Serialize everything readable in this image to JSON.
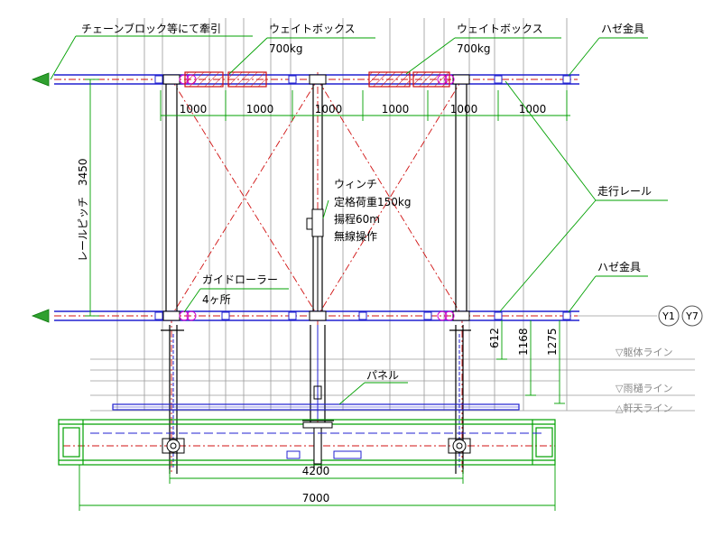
{
  "drawing": {
    "labels": {
      "chain_block": "チェーンブロック等にて牽引",
      "weight_box_1": "ウェイトボックス",
      "weight_box_1_mass": "700kg",
      "weight_box_2": "ウェイトボックス",
      "weight_box_2_mass": "700kg",
      "hazekanagu_top": "ハゼ金具",
      "rail_pitch": "レールピッチ　3450",
      "travel_rail": "走行レール",
      "hazekanagu_bottom": "ハゼ金具",
      "winch_title": "ウィンチ",
      "winch_load": "定格荷重150kg",
      "winch_lift": "揚程60m",
      "winch_control": "無線操作",
      "guide_roller": "ガイドローラー",
      "guide_roller_count": "4ヶ所",
      "panel": "パネル"
    },
    "top_spacings": [
      "1000",
      "1000",
      "1000",
      "1000",
      "1000",
      "1000"
    ],
    "vertical_dims": [
      "612",
      "1168",
      "1275"
    ],
    "bottom_dims": [
      "4200",
      "7000"
    ],
    "grid_marks": [
      "Y1",
      "Y7"
    ],
    "levels": [
      "▽躯体ライン",
      "▽雨樋ライン",
      "△軒天ライン"
    ],
    "colors": {
      "rail": "#2020d0",
      "steel": "#000000",
      "center_line": "#d01010",
      "weight_box": "#d01010",
      "dimension": "#00a000",
      "leader": "#00a000",
      "background_lines": "#9a9a9a",
      "roller": "#d000d0"
    }
  }
}
